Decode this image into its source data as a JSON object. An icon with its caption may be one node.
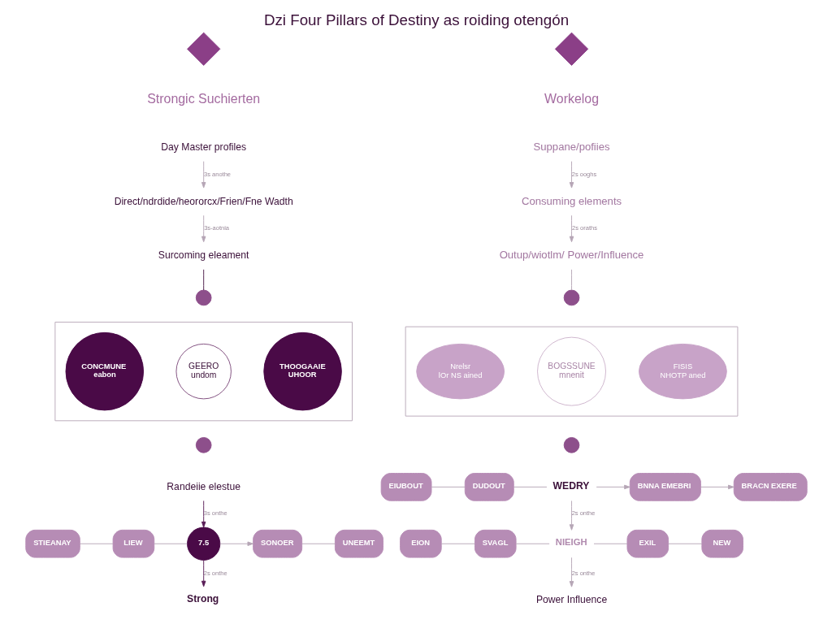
{
  "diagram": {
    "title": "Dzi Four Pillars of Destiny as roiding otengón",
    "nodes": [
      {
        "text": [],
        "shape": "diamond"
      },
      {
        "text": [
          "Day Master profiles"
        ]
      },
      {
        "text": [
          "Direct/ndrdide/heororcx/Frien/Fne Wadth"
        ]
      },
      {
        "text": [
          "Surcoming eleament"
        ]
      },
      {
        "text": [],
        "shape": "circle"
      },
      {
        "text": [],
        "shape": "box"
      },
      {
        "text": [
          "CONCMUNE eabon"
        ],
        "in": 5
      },
      {
        "text": [
          "GEERO undom"
        ],
        "in": 5
      },
      {
        "text": [
          "THOOGAAIE UHOOR"
        ],
        "in": 5
      },
      {
        "text": [],
        "shape": "circle"
      },
      {
        "text": [
          "Randeiie elestue"
        ]
      },
      {
        "text": [
          "STIEANAY"
        ]
      },
      {
        "text": [
          "LIEW"
        ]
      },
      {
        "text": [
          "7.5"
        ]
      },
      {
        "text": [
          "SONOER"
        ]
      },
      {
        "text": [
          "UNEEMT"
        ]
      },
      {
        "text": [
          "Strong"
        ]
      },
      {
        "text": [],
        "shape": "diamond"
      },
      {
        "text": [
          "Suppane/pofiies"
        ]
      },
      {
        "text": [
          "Consuming elements"
        ]
      },
      {
        "text": [
          "Outup/wiotlm/ Power/Influence"
        ]
      },
      {
        "text": [],
        "shape": "circle"
      },
      {
        "text": [],
        "shape": "box"
      },
      {
        "text": [
          "Nrelsr lOr NS ained"
        ],
        "in": 22
      },
      {
        "text": [
          "BOGSSUNE mnenit"
        ],
        "in": 22
      },
      {
        "text": [
          "FISIS NHOTP aned"
        ],
        "in": 22
      },
      {
        "text": [],
        "shape": "circle"
      },
      {
        "text": [
          "EIUBOUT"
        ]
      },
      {
        "text": [
          "DUDOUT"
        ]
      },
      {
        "text": [
          "WEDRY"
        ]
      },
      {
        "text": [
          "BNNA EMEBRI"
        ]
      },
      {
        "text": [
          "BRACN EXERE"
        ]
      },
      {
        "text": [
          "EION"
        ]
      },
      {
        "text": [
          "SVAGL"
        ]
      },
      {
        "text": [
          "NIEIGH"
        ]
      },
      {
        "text": [
          "EXIL"
        ]
      },
      {
        "text": [
          "NEW"
        ]
      },
      {
        "text": [
          "Power Influence"
        ]
      }
    ],
    "edges": [
      {
        "from": 1,
        "to": 2,
        "arrow": "to",
        "label": "3s anothe"
      },
      {
        "from": 2,
        "to": 3,
        "arrow": "to",
        "label": "3s-aotnia"
      },
      {
        "from": 3,
        "to": 4,
        "arrow": "none",
        "color": "#4a1a47"
      },
      {
        "from": 10,
        "to": 13,
        "arrow": "to",
        "label": "3s onthe",
        "color": "#5a1e57"
      },
      {
        "from": 11,
        "to": 12,
        "arrow": "none"
      },
      {
        "from": 12,
        "to": 13,
        "arrow": "none"
      },
      {
        "from": 13,
        "to": 14,
        "arrow": "to"
      },
      {
        "from": 14,
        "to": 15,
        "arrow": "none"
      },
      {
        "from": 13,
        "to": 16,
        "arrow": "to",
        "label": "2s onthe",
        "color": "#5a1e57"
      },
      {
        "from": 18,
        "to": 19,
        "arrow": "to",
        "label": "2s ooghs"
      },
      {
        "from": 19,
        "to": 20,
        "arrow": "to",
        "label": "2s oraths"
      },
      {
        "from": 20,
        "to": 21,
        "arrow": "none"
      },
      {
        "from": 27,
        "to": 28,
        "arrow": "none"
      },
      {
        "from": 28,
        "to": 29,
        "arrow": "none"
      },
      {
        "from": 29,
        "to": 30,
        "arrow": "to"
      },
      {
        "from": 30,
        "to": 31,
        "arrow": "to"
      },
      {
        "from": 29,
        "to": 34,
        "arrow": "to",
        "label": "2s onthe"
      },
      {
        "from": 32,
        "to": 33,
        "arrow": "none"
      },
      {
        "from": 33,
        "to": 34,
        "arrow": "none"
      },
      {
        "from": 34,
        "to": 35,
        "arrow": "none"
      },
      {
        "from": 35,
        "to": 36,
        "arrow": "none"
      },
      {
        "from": 34,
        "to": 37,
        "arrow": "to",
        "label": "2s onthe"
      }
    ],
    "labels": [
      "Strongic Suchierten",
      "Workelog"
    ]
  }
}
